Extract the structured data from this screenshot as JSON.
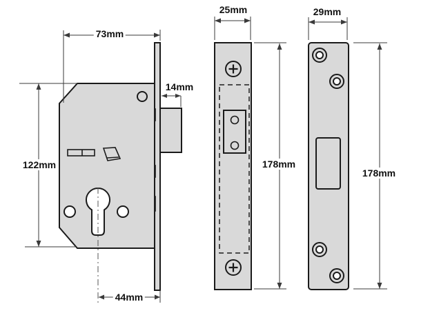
{
  "diagram": {
    "views": {
      "lock_case": {
        "width": "73mm",
        "bolt_throw": "14mm",
        "height": "122mm",
        "backset": "44mm"
      },
      "forend": {
        "width": "25mm",
        "height": "178mm"
      },
      "strike": {
        "width": "29mm",
        "height": "178mm"
      }
    },
    "colors": {
      "metal": "#d9d9d9",
      "outline": "#1a1a1a",
      "dimension_line": "#3a3a3a",
      "background": "#ffffff"
    }
  }
}
